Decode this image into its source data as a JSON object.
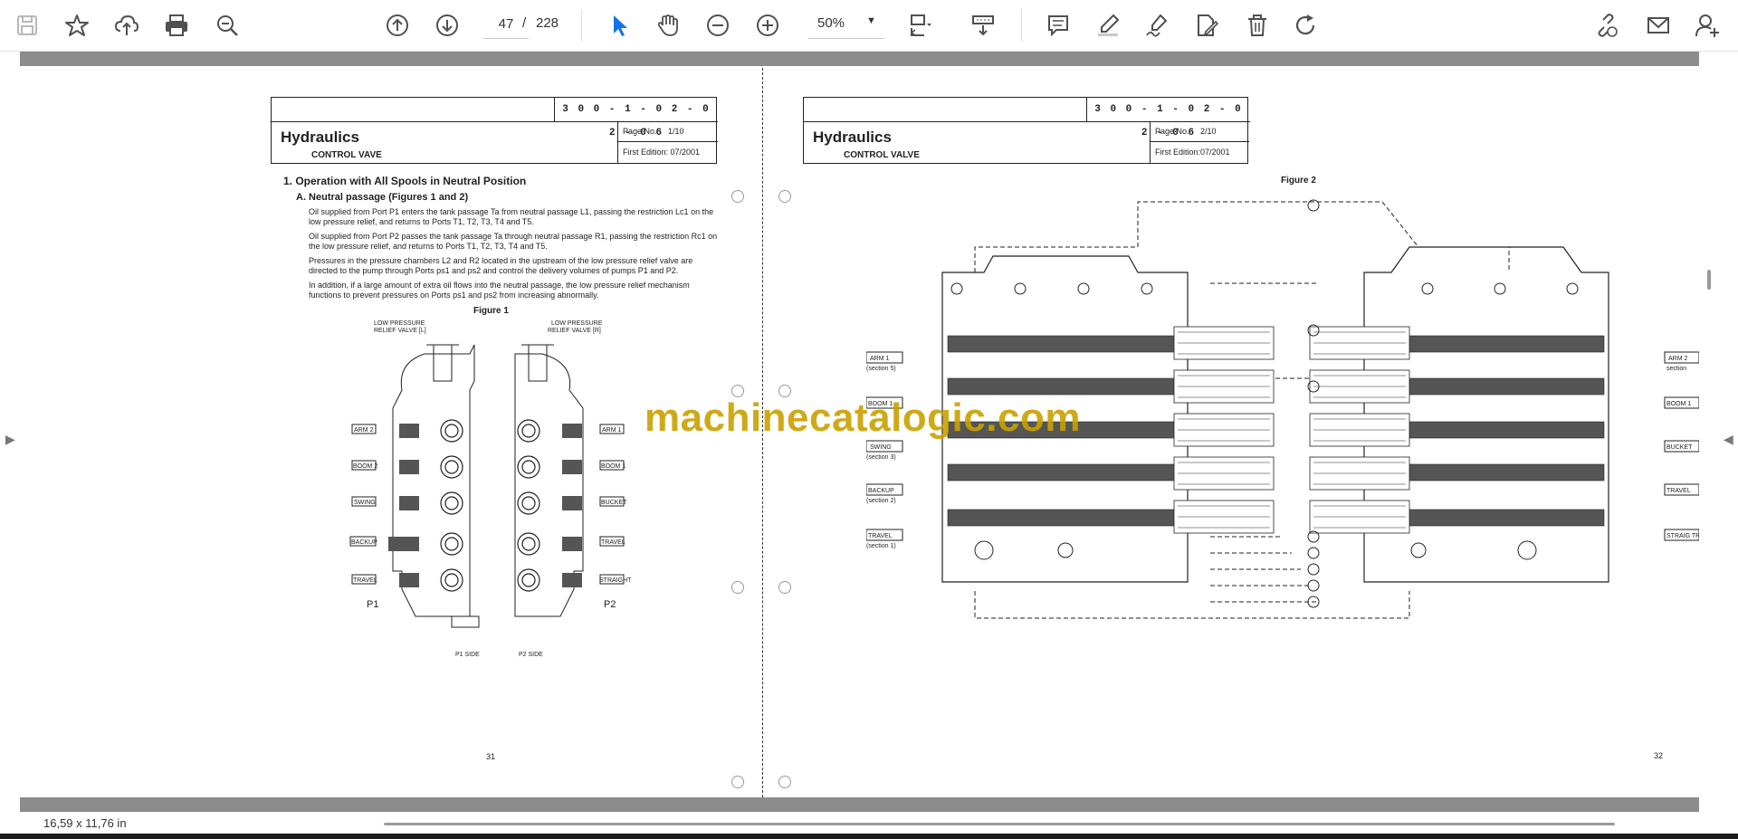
{
  "toolbar": {
    "tools": [
      {
        "name": "save-icon"
      },
      {
        "name": "bookmark-star-icon"
      },
      {
        "name": "upload-cloud-icon"
      },
      {
        "name": "print-icon"
      },
      {
        "name": "search-zoom-icon"
      },
      {
        "name": "previous-page-icon"
      },
      {
        "name": "next-page-icon"
      },
      {
        "name": "select-pointer-icon"
      },
      {
        "name": "hand-pan-icon"
      },
      {
        "name": "zoom-out-icon"
      },
      {
        "name": "zoom-in-icon"
      },
      {
        "name": "fit-width-icon"
      },
      {
        "name": "scroll-mode-icon"
      },
      {
        "name": "comment-icon"
      },
      {
        "name": "highlight-pen-icon"
      },
      {
        "name": "draw-sign-icon"
      },
      {
        "name": "edit-document-icon"
      },
      {
        "name": "delete-trash-icon"
      },
      {
        "name": "rotate-icon"
      },
      {
        "name": "share-link-icon"
      },
      {
        "name": "email-icon"
      },
      {
        "name": "account-icon"
      }
    ],
    "current_page": "47",
    "page_separator": "/",
    "total_pages": "228",
    "zoom": "50%",
    "accent_color": "#1473e6"
  },
  "left_page": {
    "doc_code": "3 0 0 - 1 - 0 2 - 0 2 - 0 6",
    "title": "Hydraulics",
    "subtitle": "CONTROL VAVE",
    "page_no_label": "Page No.",
    "page_no_value": "1/10",
    "edition": "First Edition: 07/2001",
    "heading": "1. Operation with All Spools in Neutral Position",
    "subheading": "A. Neutral passage (Figures 1 and 2)",
    "paragraphs": [
      "Oil supplied from Port P1 enters the tank passage Ta from neutral passage L1, passing the restriction Lc1 on the low pressure relief, and returns to Ports T1, T2, T3, T4 and T5.",
      "Oil supplied from Port P2 passes the tank passage Ta through neutral passage R1, passing the restriction Rc1 on the low pressure relief, and returns to Ports T1, T2, T3, T4 and T5.",
      "Pressures in the pressure chambers L2 and R2 located in the upstream of the low pressure relief valve are directed to the pump through Ports ps1 and ps2 and control the delivery volumes of pumps P1 and P2.",
      "In addition, if a large amount of extra oil flows into the neutral passage, the low pressure relief mechanism functions to prevent pressures on Ports ps1 and ps2 from increasing abnormally."
    ],
    "figure_caption": "Figure 1",
    "fig_labels": {
      "lp_left_1": "LOW PRESSURE",
      "lp_left_2": "RELIEF VALVE [L]",
      "lp_right_1": "LOW PRESSURE",
      "lp_right_2": "RELIEF VALVE [R]",
      "p1": "P1",
      "p2": "P2",
      "p1_side": "P1 SIDE",
      "p2_side": "P2 SIDE",
      "arm2": "ARM 2",
      "boom2": "BOOM 2",
      "swing": "SWING",
      "backup": "BACKUP",
      "travel": "TRAVEL",
      "arm1": "ARM 1",
      "boom1": "BOOM 1",
      "bucket": "BUCKET",
      "travel_r": "TRAVEL",
      "straight": "STRAIGHT TRAVEL"
    },
    "page_number": "31"
  },
  "right_page": {
    "doc_code": "3 0 0 - 1 - 0 2 - 0 2 - 0 6",
    "title": "Hydraulics",
    "subtitle": "CONTROL VALVE",
    "page_no_label": "Page No.",
    "page_no_value": "2/10",
    "edition": "First Edition:07/2001",
    "figure_caption": "Figure 2",
    "fig_labels": {
      "arm1": "ARM 1",
      "arm1_sec": "(section 5)",
      "boom1": "BOOM 1",
      "swing": "SWING",
      "swing_sec": "(section 3)",
      "backup": "BACKUP",
      "backup_sec": "(section 2)",
      "travel": "TRAVEL",
      "travel_sec": "(section 1)",
      "arm2": "ARM 2",
      "boom1_r": "BOOM 1",
      "bucket": "BUCKET",
      "travel_r": "TRAVEL",
      "straight": "STRAIG TRAVEL",
      "section": "section"
    },
    "page_number": "32"
  },
  "watermark": "machinecatalogic.com",
  "status": {
    "page_size": "16,59 x 11,76 in"
  }
}
